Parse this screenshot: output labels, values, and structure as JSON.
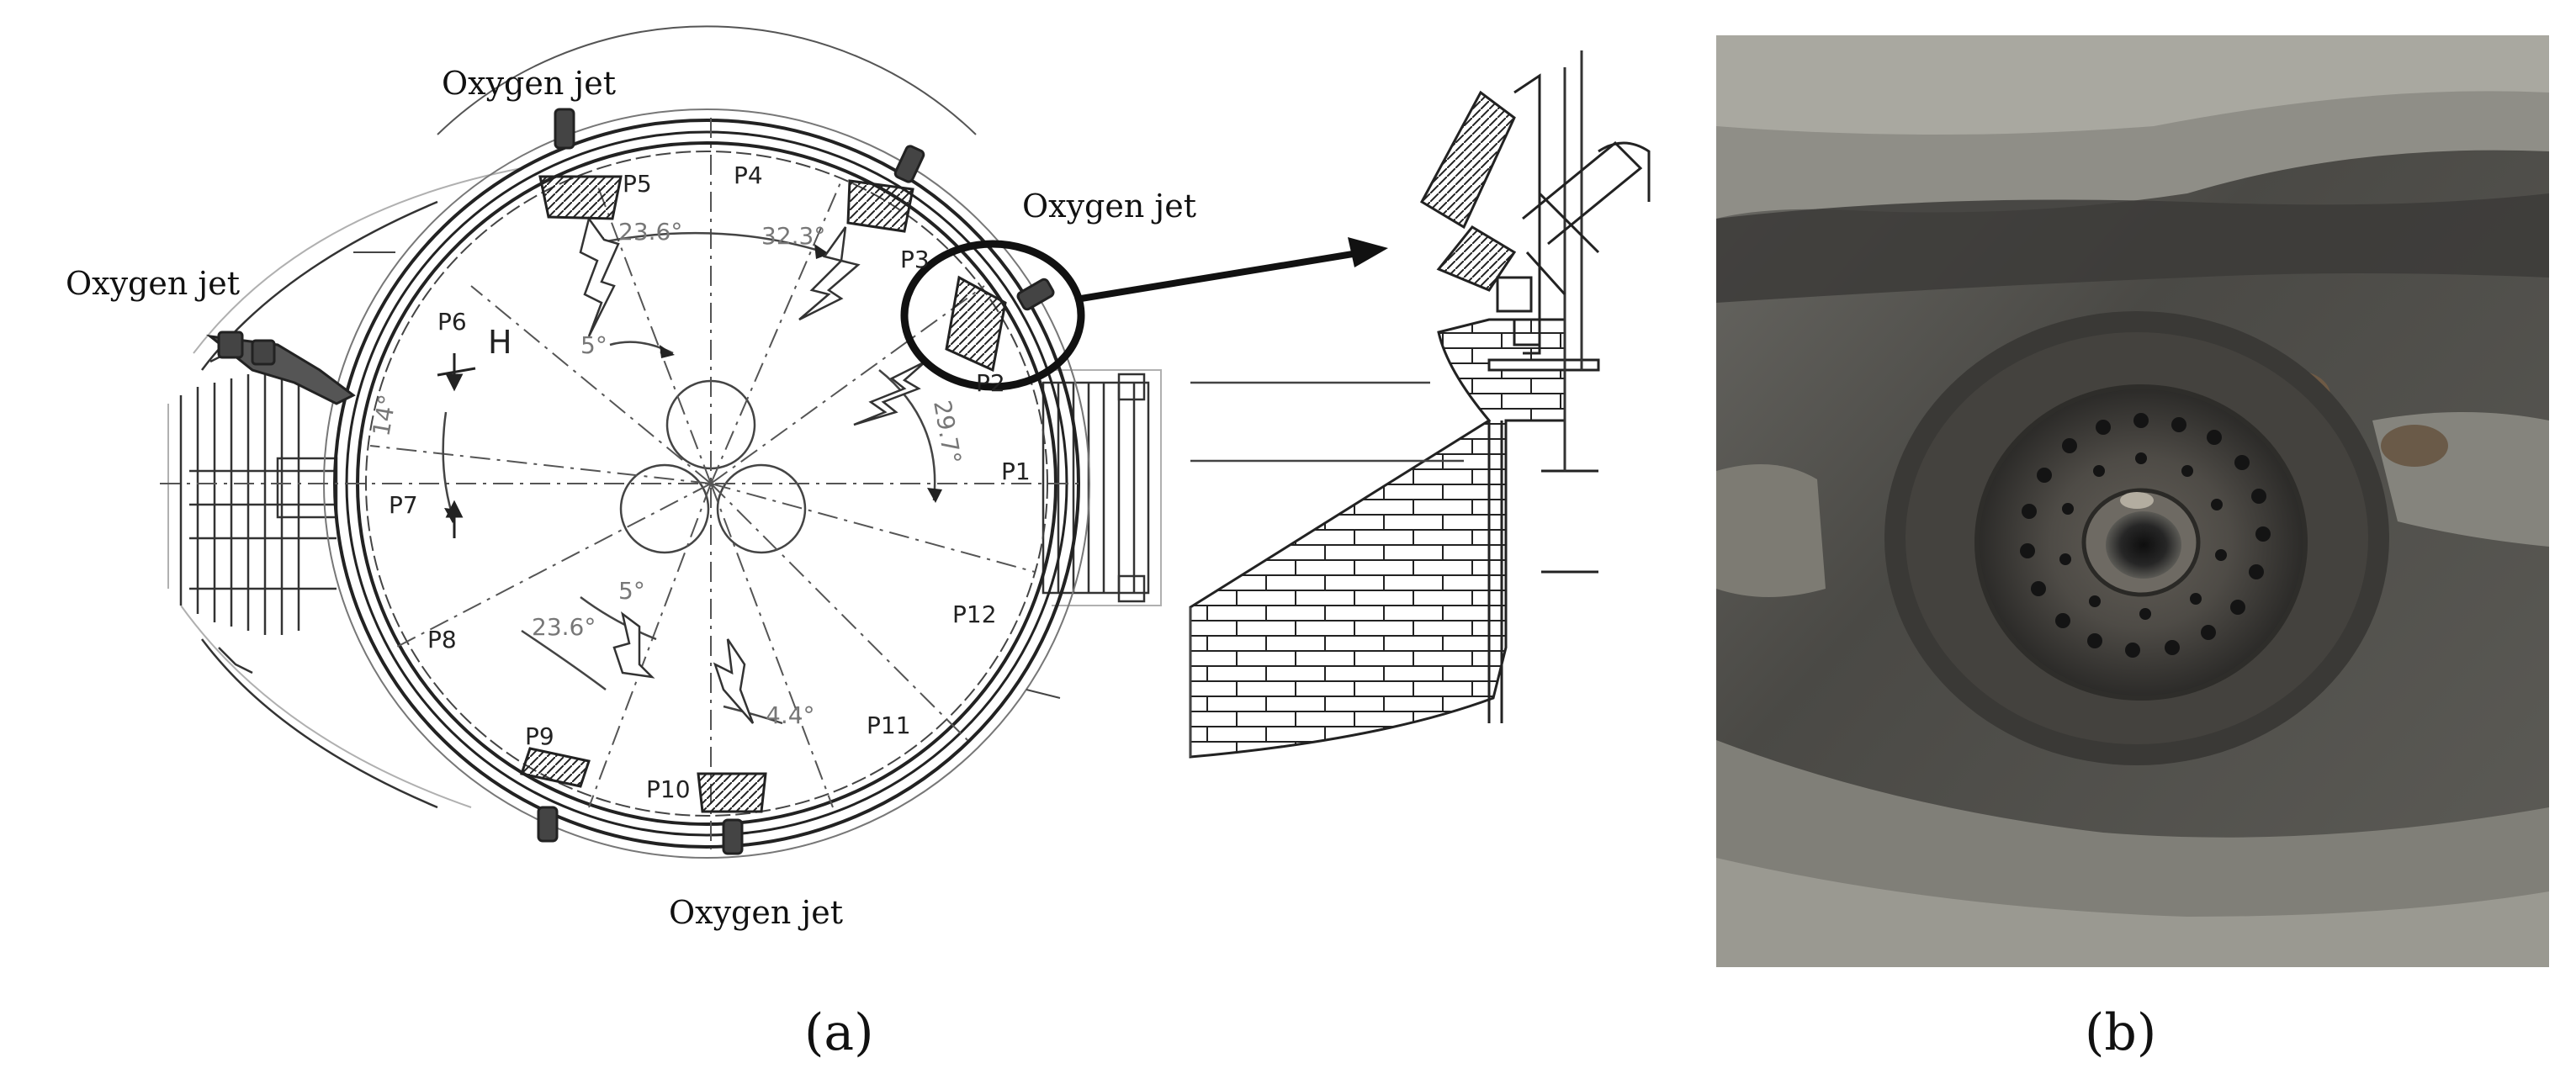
{
  "callouts": {
    "oxygen_jet_top": "Oxygen jet",
    "oxygen_jet_left": "Oxygen jet",
    "oxygen_jet_right": "Oxygen jet",
    "oxygen_jet_bottom": "Oxygen jet"
  },
  "positions": [
    "P1",
    "P2",
    "P3",
    "P4",
    "P5",
    "P6",
    "P7",
    "P8",
    "P9",
    "P10",
    "P11",
    "P12"
  ],
  "dimension_label_h": "H",
  "angles": {
    "a1": "23.6°",
    "a2": "32.3°",
    "a3": "5°",
    "a4": "29.7°",
    "a5": "14°",
    "a6": "5°",
    "a7": "23.6°",
    "a8": "4.4°"
  },
  "panel_labels": {
    "a": "(a)",
    "b": "(b)"
  },
  "colors": {
    "line": "#1a1a1a",
    "light_line": "#8a8a8a",
    "photo_dark": "#3b3b38",
    "photo_light": "#9c9b94"
  }
}
